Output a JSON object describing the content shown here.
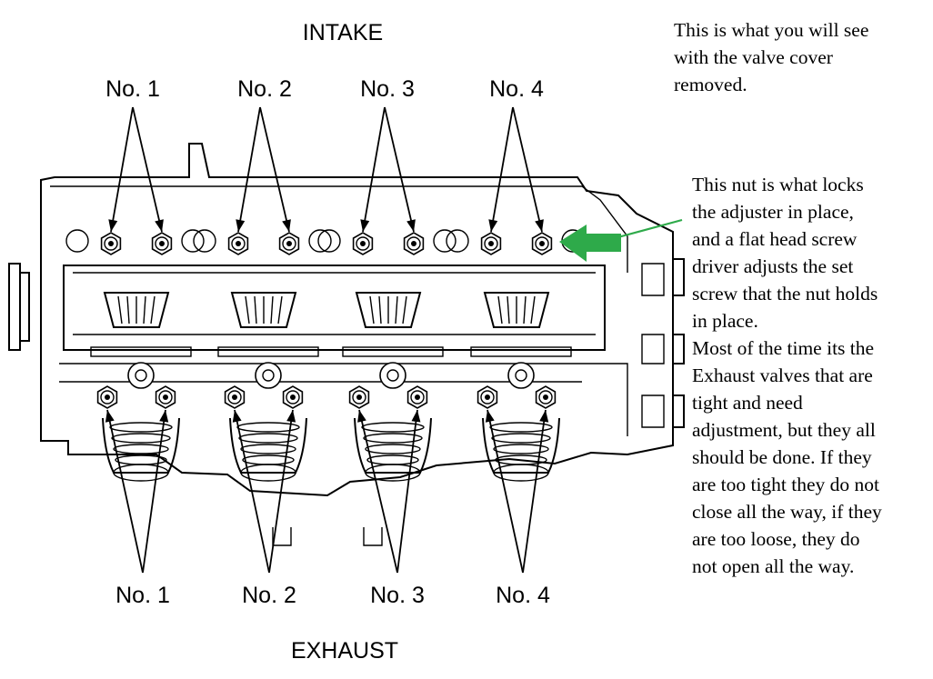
{
  "labels": {
    "intake": "INTAKE",
    "exhaust": "EXHAUST",
    "cylinders_top": [
      "No. 1",
      "No. 2",
      "No. 3",
      "No. 4"
    ],
    "cylinders_bottom": [
      "No. 1",
      "No. 2",
      "No. 3",
      "No. 4"
    ]
  },
  "notes": {
    "intro": "This is what you will see\nwith the valve cover\nremoved.",
    "detail": "This nut is what locks\nthe adjuster in place,\nand a flat head screw\ndriver adjusts the set\nscrew that the nut holds\nin place.\nMost of the time its the\nExhaust valves that are\ntight and need\nadjustment, but they all\nshould be done. If they\nare too tight they do not\nclose all the way, if they\nare too loose, they do\nnot open all the way."
  },
  "colors": {
    "pointer_arrow": "#2eaa4a",
    "line": "#000000",
    "background": "#ffffff"
  },
  "icons": {
    "pointer": "green-arrow-icon",
    "adjuster": "hex-nut-icon"
  }
}
